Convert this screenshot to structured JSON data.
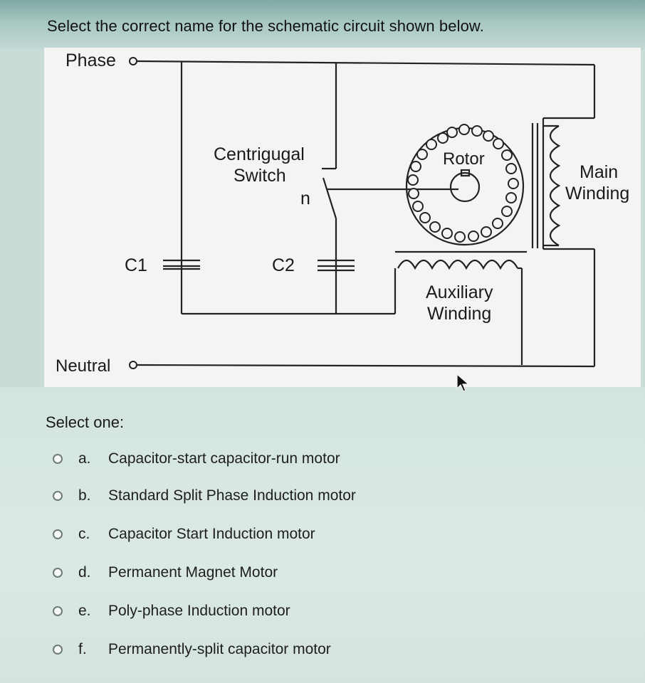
{
  "question": {
    "text": "Select the correct name for the schematic circuit shown below."
  },
  "diagram": {
    "labels": {
      "phase": "Phase",
      "neutral": "Neutral",
      "centrifugal_line1": "Centrigugal",
      "centrifugal_line2": "Switch",
      "switch_n": "n",
      "c1": "C1",
      "c2": "C2",
      "rotor": "Rotor",
      "main_line1": "Main",
      "main_line2": "Winding",
      "aux_line1": "Auxiliary",
      "aux_line2": "Winding"
    }
  },
  "answers": {
    "prompt": "Select one:",
    "options": [
      {
        "letter": "a.",
        "text": "Capacitor-start capacitor-run motor"
      },
      {
        "letter": "b.",
        "text": "Standard Split Phase Induction motor"
      },
      {
        "letter": "c.",
        "text": "Capacitor Start Induction motor"
      },
      {
        "letter": "d.",
        "text": "Permanent Magnet Motor"
      },
      {
        "letter": "e.",
        "text": "Poly-phase Induction motor"
      },
      {
        "letter": "f.",
        "text": "Permanently-split capacitor motor"
      }
    ]
  }
}
